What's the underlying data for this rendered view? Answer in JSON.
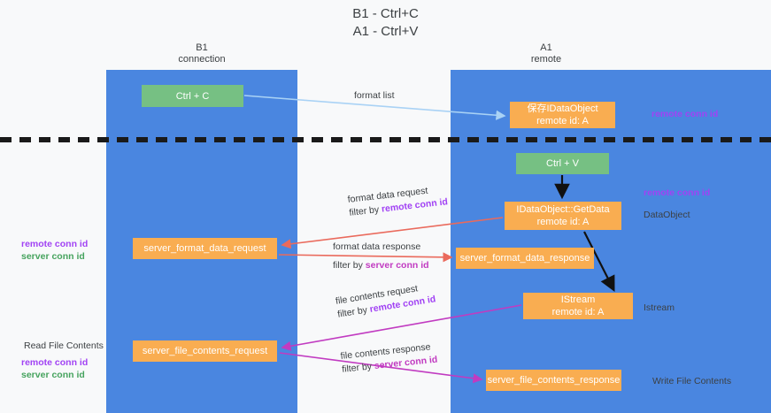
{
  "heading": {
    "line1": "B1 - Ctrl+C",
    "line2": "A1 - Ctrl+V"
  },
  "lanes": [
    {
      "id": "b1",
      "name": "B1",
      "subtitle": "connection",
      "color": "#4a86e0"
    },
    {
      "id": "a1",
      "name": "A1",
      "subtitle": "remote",
      "color": "#4a86e0"
    }
  ],
  "colors": {
    "lane": "#4a86e0",
    "green_node": "#76c083",
    "orange_node": "#f9ad51",
    "purple_text": "#a142f4",
    "magenta_text": "#c13bc1",
    "green_text": "#46a35e",
    "arrow_blue": "#a9d2f5",
    "arrow_red": "#ea6a5c",
    "arrow_magenta": "#c13bc1",
    "arrow_black": "#000000",
    "background": "#f8f9fa"
  },
  "nodes": {
    "ctrl_c": {
      "label": "Ctrl + C",
      "line2": ""
    },
    "save_idataobject": {
      "label": "保存IDataObject",
      "line2": "remote id: A"
    },
    "ctrl_v": {
      "label": "Ctrl + V",
      "line2": ""
    },
    "getdata": {
      "label": "IDataObject::GetData",
      "line2": "remote id: A"
    },
    "server_format_data_request": {
      "label": "server_format_data_request",
      "line2": ""
    },
    "server_format_data_response": {
      "label": "server_format_data_response",
      "line2": ""
    },
    "istream": {
      "label": "IStream",
      "line2": "remote id: A"
    },
    "server_file_contents_request": {
      "label": "server_file_contents_request",
      "line2": ""
    },
    "server_file_contents_response": {
      "label": "server_file_contents_response",
      "line2": ""
    }
  },
  "edge_labels": {
    "format_list": "format list",
    "format_data_request": "format data request",
    "format_data_request_filter_prefix": "filter by ",
    "format_data_request_filter_key": "remote conn id",
    "format_data_response": "format data response",
    "format_data_response_filter_prefix": "filter by ",
    "format_data_response_filter_key": "server conn id",
    "file_contents_request": "file contents request",
    "file_contents_request_filter_prefix": "filter by ",
    "file_contents_request_filter_key": "remote conn id",
    "file_contents_response": "file contents response",
    "file_contents_response_filter_prefix": "filter by ",
    "file_contents_response_filter_key": "server conn id"
  },
  "annotations": {
    "right_remote_conn_id_top": "remote conn id",
    "right_remote_conn_id_mid": "remote conn id",
    "right_dataobject": "DataObject",
    "right_istream": "Istream",
    "right_write_file_contents": "Write File Contents",
    "left_remote_conn_id_1": "remote conn id",
    "left_server_conn_id_1": "server conn id",
    "left_read_file_contents": "Read File Contents",
    "left_remote_conn_id_2": "remote conn id",
    "left_server_conn_id_2": "server conn id"
  }
}
